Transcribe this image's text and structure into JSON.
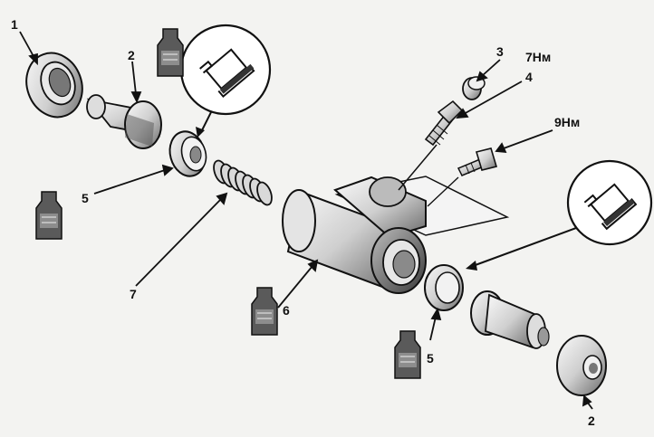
{
  "diagram": {
    "callouts": {
      "seal_1": "1",
      "piston_2_left": "2",
      "piston_2_right": "2",
      "cap_3": "3",
      "bleeder_4": "4",
      "cup_5_left": "5",
      "cup_5_right": "5",
      "body_6": "6",
      "spring_7": "7"
    },
    "torques": {
      "bleeder": "7Нм",
      "bolt": "9Нм"
    }
  }
}
